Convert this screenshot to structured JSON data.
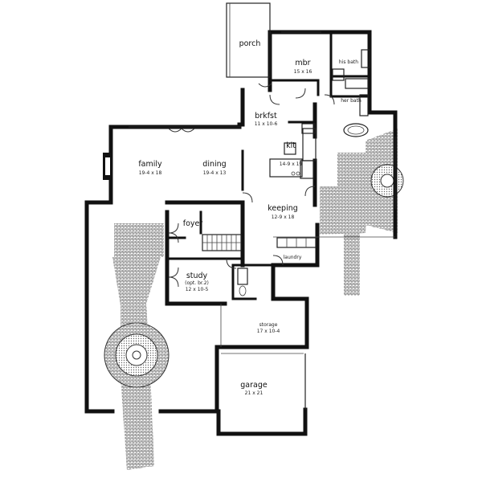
{
  "rooms": {
    "porch": {
      "name": "porch"
    },
    "mbr": {
      "name": "mbr",
      "dim": "15 x 16"
    },
    "his_bath": {
      "name": "his bath"
    },
    "her_bath": {
      "name": "her bath"
    },
    "brkfst": {
      "name": "brkfst",
      "dim": "11 x 10-6"
    },
    "kit": {
      "name": "kit",
      "dim": "14-9 x 19"
    },
    "family": {
      "name": "family",
      "dim": "19-4 x 18"
    },
    "dining": {
      "name": "dining",
      "dim": "19-4 x 13"
    },
    "keeping": {
      "name": "keeping",
      "dim": "12-9 x 18"
    },
    "foyer": {
      "name": "foyer"
    },
    "laundry": {
      "name": "laundry"
    },
    "study": {
      "name": "study",
      "sub": "(opt. br.2)",
      "dim": "12 x 10-5"
    },
    "storage": {
      "name": "storage",
      "dim": "17 x 10-4"
    },
    "garage": {
      "name": "garage",
      "dim": "21 x 21"
    }
  }
}
